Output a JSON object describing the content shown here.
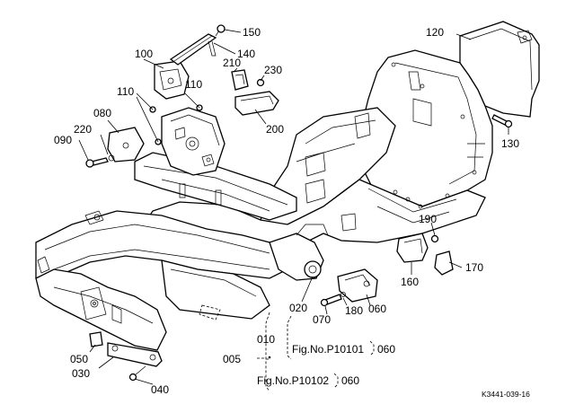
{
  "parts": {
    "p150": "150",
    "p140": "140",
    "p100": "100",
    "p210": "210",
    "p230": "230",
    "p120": "120",
    "p110a": "110",
    "p110b": "110",
    "p080": "080",
    "p220": "220",
    "p090": "090",
    "p200": "200",
    "p130": "130",
    "p190": "190",
    "p170": "170",
    "p160": "160",
    "p060": "060",
    "p180": "180",
    "p070": "070",
    "p020": "020",
    "p010": "010",
    "p005": "005",
    "p050": "050",
    "p030": "030",
    "p040": "040"
  },
  "references": {
    "fig1_label": "Fig.No.P10101",
    "fig1_part": "060",
    "fig2_label": "Fig.No.P10102",
    "fig2_part": "060"
  },
  "drawing_code": "K3441-039-16"
}
